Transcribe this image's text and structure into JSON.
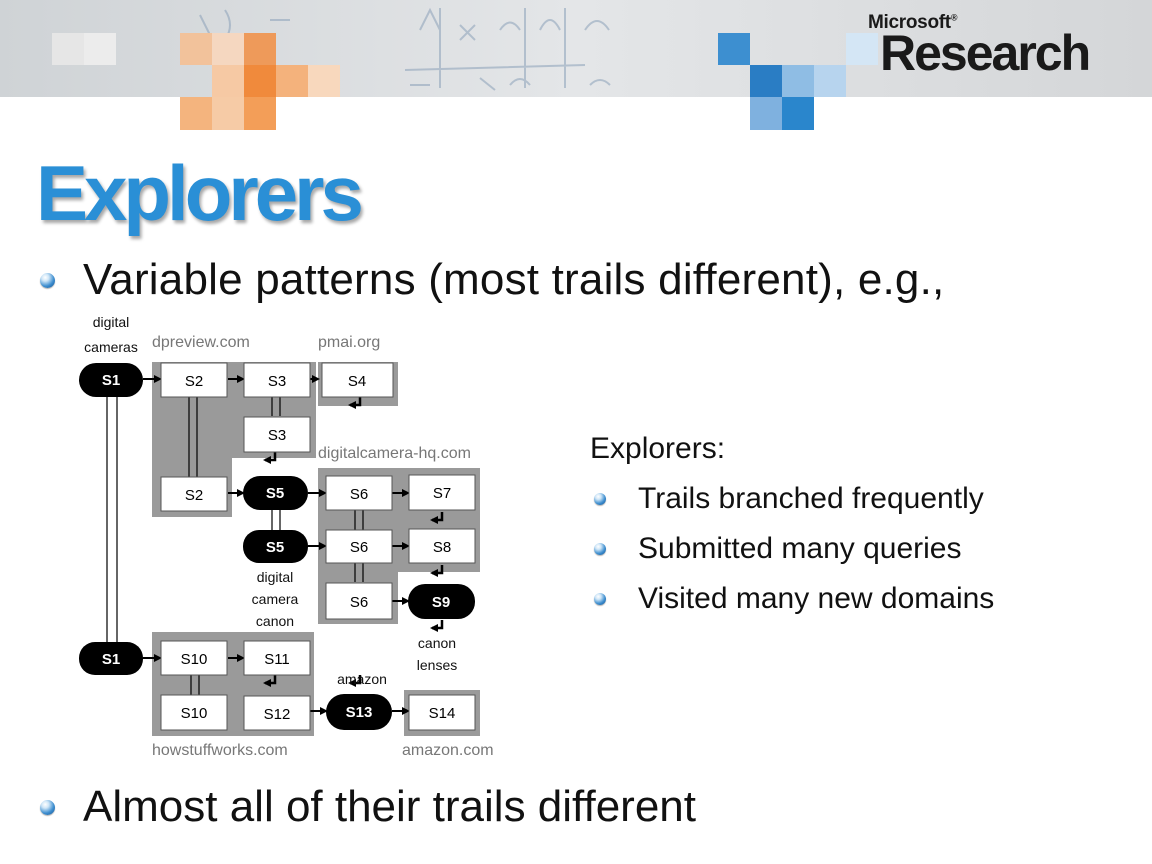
{
  "banner": {
    "brand_small": "Microsoft",
    "brand_large": "Research"
  },
  "slide": {
    "title": "Explorers",
    "bullet1": "Variable patterns (most trails different), e.g.,",
    "bullet2": "Almost all of their trails different"
  },
  "explorers_box": {
    "heading": "Explorers:",
    "items": [
      "Trails branched frequently",
      "Submitted many queries",
      "Visited many new domains"
    ]
  },
  "diagram": {
    "nodes": [
      {
        "id": "s1a",
        "label": "S1",
        "kind": "query"
      },
      {
        "id": "s2a",
        "label": "S2",
        "kind": "page"
      },
      {
        "id": "s3a",
        "label": "S3",
        "kind": "page"
      },
      {
        "id": "s4",
        "label": "S4",
        "kind": "page"
      },
      {
        "id": "s3b",
        "label": "S3",
        "kind": "page"
      },
      {
        "id": "s2b",
        "label": "S2",
        "kind": "page"
      },
      {
        "id": "s5a",
        "label": "S5",
        "kind": "query"
      },
      {
        "id": "s6a",
        "label": "S6",
        "kind": "page"
      },
      {
        "id": "s7",
        "label": "S7",
        "kind": "page"
      },
      {
        "id": "s5b",
        "label": "S5",
        "kind": "query"
      },
      {
        "id": "s6b",
        "label": "S6",
        "kind": "page"
      },
      {
        "id": "s8",
        "label": "S8",
        "kind": "page"
      },
      {
        "id": "s6c",
        "label": "S6",
        "kind": "page"
      },
      {
        "id": "s9",
        "label": "S9",
        "kind": "query"
      },
      {
        "id": "s1b",
        "label": "S1",
        "kind": "query"
      },
      {
        "id": "s10a",
        "label": "S10",
        "kind": "page"
      },
      {
        "id": "s11",
        "label": "S11",
        "kind": "page"
      },
      {
        "id": "s10b",
        "label": "S10",
        "kind": "page"
      },
      {
        "id": "s12",
        "label": "S12",
        "kind": "page"
      },
      {
        "id": "s13",
        "label": "S13",
        "kind": "query"
      },
      {
        "id": "s14",
        "label": "S14",
        "kind": "page"
      }
    ],
    "query_labels": [
      {
        "id": "q_digital_cameras",
        "lines": [
          "digital",
          "cameras"
        ]
      },
      {
        "id": "q_canon",
        "lines": [
          "digital",
          "camera",
          "canon"
        ]
      },
      {
        "id": "q_lenses",
        "lines": [
          "canon",
          "lenses"
        ]
      },
      {
        "id": "q_amazon",
        "lines": [
          "amazon"
        ]
      }
    ],
    "domains": [
      {
        "id": "dpreview",
        "label": "dpreview.com"
      },
      {
        "id": "pmai",
        "label": "pmai.org"
      },
      {
        "id": "hq",
        "label": "digitalcamera-hq.com"
      },
      {
        "id": "howstuff",
        "label": "howstuffworks.com"
      },
      {
        "id": "amazon",
        "label": "amazon.com"
      }
    ]
  }
}
